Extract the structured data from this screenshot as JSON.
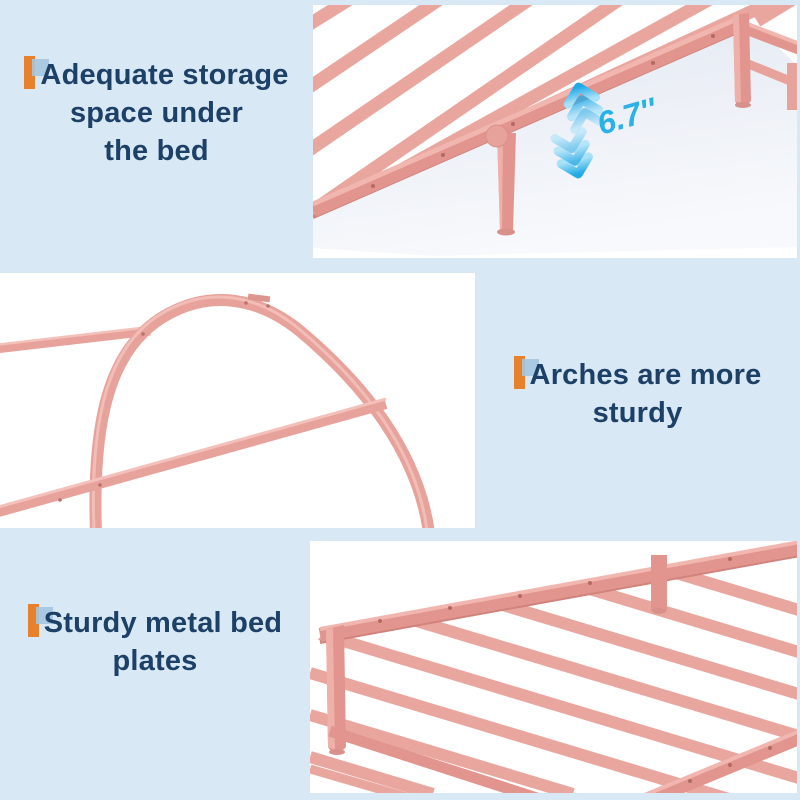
{
  "title": "Pink metal bed frame feature highlights",
  "background_color": "#d9e8f5",
  "colors": {
    "headline_navy": "#1d4066",
    "accent_orange": "#e8812c",
    "accent_blue": "#a4c5e1",
    "metal_pink": "#e7a29b",
    "metal_pink_dark": "#cf837c",
    "metal_pink_light": "#f2c0ba",
    "under_bed_shadow_gray": "#e9edf4",
    "measure_cyan": "#29b1e8",
    "photo_panel_white": "#ffffff"
  },
  "features": [
    {
      "id": "storage",
      "lines": [
        "Adequate storage",
        "space under",
        "the bed"
      ],
      "measurement": "6.7''",
      "photo": "bed-frame-corner-with-under-bed-clearance"
    },
    {
      "id": "arches",
      "lines": [
        "Arches are more",
        "sturdy"
      ],
      "photo": "arched-metal-headboard"
    },
    {
      "id": "plates",
      "lines": [
        "Sturdy metal bed",
        "plates"
      ],
      "photo": "metal-bed-slat-plates-corner"
    }
  ]
}
